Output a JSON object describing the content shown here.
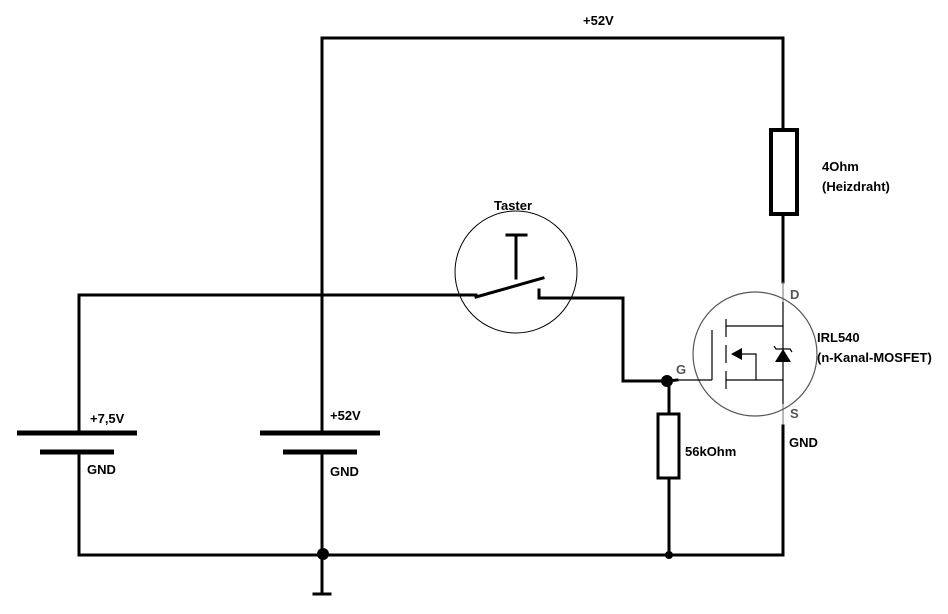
{
  "labels": {
    "top_rail": "+52V",
    "resistor_heater_value": "4Ohm",
    "resistor_heater_note": "(Heizdraht)",
    "switch": "Taster",
    "mosfet_part": "IRL540",
    "mosfet_type": "(n-Kanal-MOSFET)",
    "pin_drain": "D",
    "pin_gate": "G",
    "pin_source": "S",
    "mosfet_gnd": "GND",
    "pulldown_resistor": "56kOhm",
    "battery1_plus": "+7,5V",
    "battery1_gnd": "GND",
    "battery2_plus": "+52V",
    "battery2_gnd": "GND"
  }
}
